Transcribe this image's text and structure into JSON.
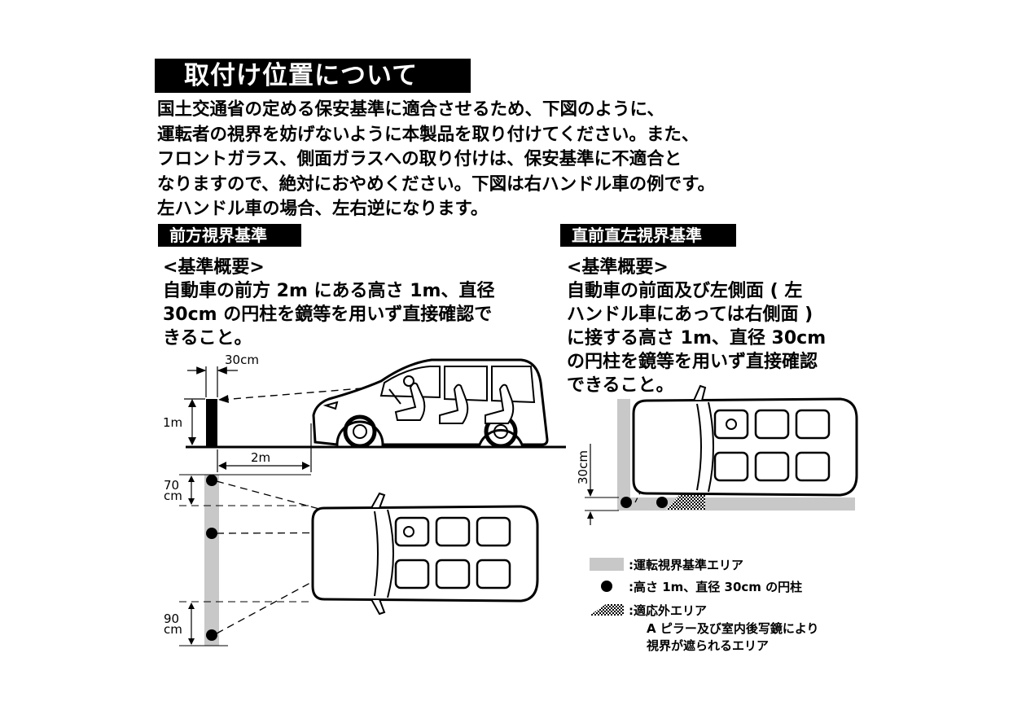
{
  "header": {
    "title": "取付け位置について"
  },
  "intro": {
    "lines": [
      "国土交通省の定める保安基準に適合させるため、下図のように、",
      "運転者の視界を妨げないように本製品を取り付けてください。また、",
      "フロントガラス、側面ガラスへの取り付けは、保安基準に不適合と",
      "なりますので、絶対におやめください。下図は右ハンドル車の例です。",
      "左ハンドル車の場合、左右逆になります。"
    ]
  },
  "front_view": {
    "label": "前方視界基準",
    "summary_lines": [
      "<基準概要>",
      "自動車の前方 2m にある高さ 1m、直径",
      "30cm の円柱を鏡等を用いず直接確認で",
      "きること。"
    ],
    "dims": {
      "diameter": "30cm",
      "height": "1m",
      "distance": "2m",
      "spacing_top": [
        "70",
        "cm"
      ],
      "spacing_bottom": [
        "90",
        "cm"
      ]
    }
  },
  "left_view": {
    "label": "直前直左視界基準",
    "summary_lines": [
      "<基準概要>",
      "自動車の前面及び左側面 ( 左",
      "ハンドル車にあっては右側面 )",
      "に接する高さ 1m、直径 30cm",
      "の円柱を鏡等を用いず直接確認",
      "できること。"
    ],
    "dims": {
      "width": "30cm"
    }
  },
  "legend": {
    "area": ":運転視界基準エリア",
    "cylinder": ":高さ 1m、直径 30cm の円柱",
    "outside": ":適応外エリア",
    "outside_detail_1": "A ピラー及び室内後写鏡により",
    "outside_detail_2": "視界が遮られるエリア"
  },
  "colors": {
    "area_gray": "#c8c8c8",
    "ink": "#000000"
  }
}
